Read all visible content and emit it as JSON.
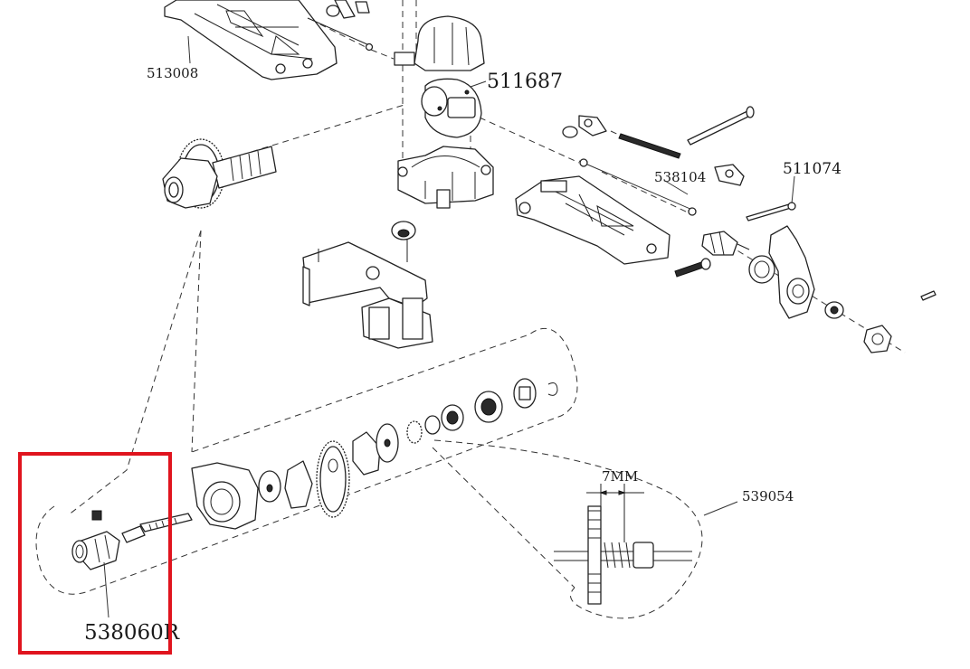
{
  "diagram": {
    "part_labels": [
      {
        "id": "p513008",
        "text": "513008"
      },
      {
        "id": "p511687",
        "text": "511687"
      },
      {
        "id": "p538104",
        "text": "538104"
      },
      {
        "id": "p511074",
        "text": "511074"
      },
      {
        "id": "p539054",
        "text": "539054"
      },
      {
        "id": "p538060R",
        "text": "538060R"
      }
    ],
    "dimension_label": "7MM",
    "highlight": {
      "target": "538060R",
      "color": "#e0141e"
    }
  }
}
